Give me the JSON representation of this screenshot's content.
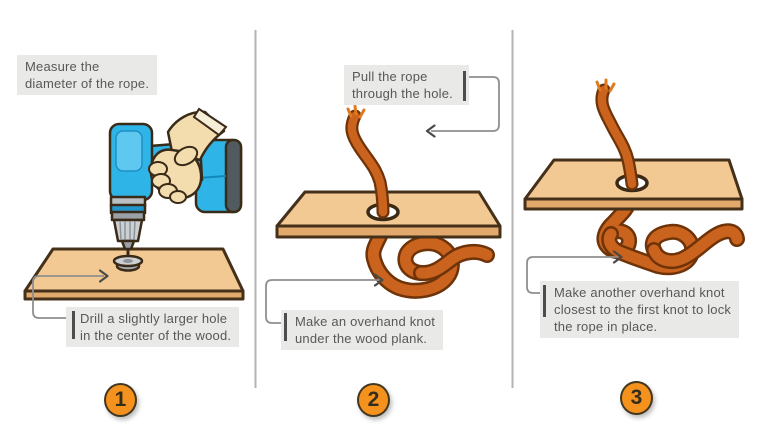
{
  "title": "rope-through-plank-knot-instructions",
  "colors": {
    "badge_fill": "#f5921e",
    "badge_border": "#42371f",
    "badge_text": "#352d1c",
    "caption_bg": "#e9e9e7",
    "caption_text": "#585858",
    "callout_line": "#8f8f8f",
    "tick": "#4d4d4d",
    "divider": "#b3b3b3",
    "wood_top": "#f2c893",
    "wood_side": "#e2a96c",
    "wood_outline": "#45301a",
    "rope_fill": "#c9631d",
    "rope_outline": "#6e3309",
    "drill_blue": "#2fb4e8",
    "metal_gray": "#ccd0d3",
    "skin": "#f3dcae"
  },
  "steps": [
    {
      "number": "1",
      "figure": "drill-hole-in-plank-illustration",
      "callouts": [
        {
          "id": "measure",
          "text": "Measure the\ndiameter of the rope."
        },
        {
          "id": "drill",
          "text": "Drill a slightly larger hole\nin the center of the wood."
        }
      ]
    },
    {
      "number": "2",
      "figure": "rope-through-hole-overhand-knot-illustration",
      "callouts": [
        {
          "id": "pull",
          "text": "Pull the rope\nthrough the hole."
        },
        {
          "id": "knot",
          "text": "Make an overhand knot\nunder the wood plank."
        }
      ]
    },
    {
      "number": "3",
      "figure": "rope-double-overhand-knot-illustration",
      "callouts": [
        {
          "id": "lock",
          "text": "Make another overhand knot\nclosest to the first knot to lock\nthe rope in place."
        }
      ]
    }
  ]
}
